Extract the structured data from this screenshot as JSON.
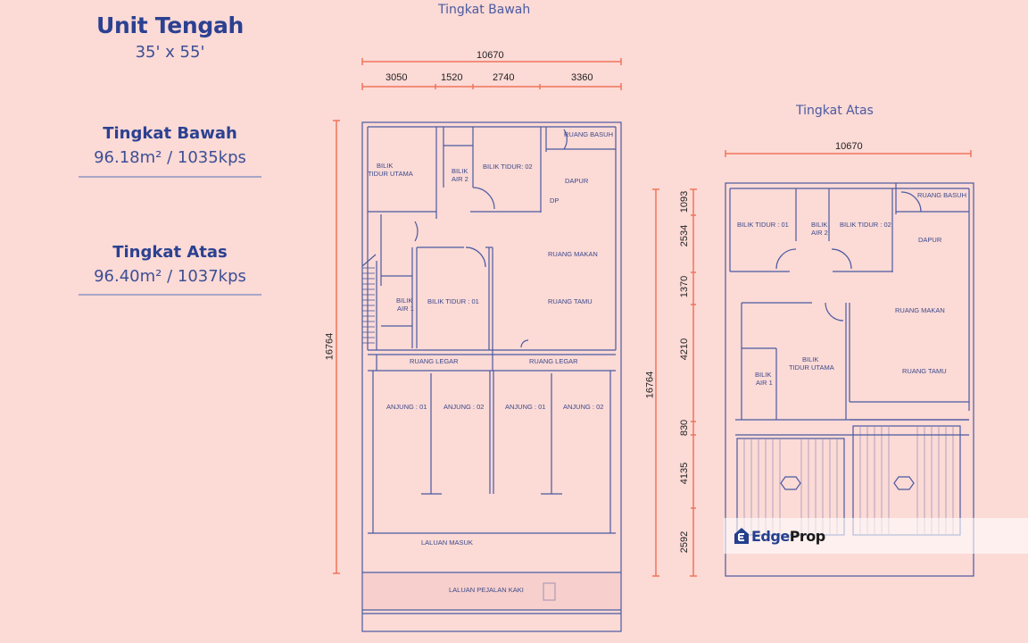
{
  "unit": {
    "title": "Unit Tengah",
    "size": "35' x 55'"
  },
  "floors_summary": [
    {
      "name": "Tingkat Bawah",
      "area": "96.18m² / 1035kps"
    },
    {
      "name": "Tingkat Atas",
      "area": "96.40m² / 1037kps"
    }
  ],
  "ground_floor": {
    "heading": "Tingkat Bawah",
    "width_total": "10670",
    "width_segments": [
      "3050",
      "1520",
      "2740",
      "3360"
    ],
    "depth_total": "16764",
    "rooms": {
      "master_bedroom_l1": "BILIK",
      "master_bedroom_l2": "TIDUR UTAMA",
      "bathroom2_l1": "BILIK",
      "bathroom2_l2": "AIR 2",
      "bedroom2": "BILIK TIDUR: 02",
      "laundry": "RUANG BASUH",
      "kitchen": "DAPUR",
      "dp": "DP",
      "dining": "RUANG MAKAN",
      "bedroom1": "BILIK TIDUR : 01",
      "bathroom1_l1": "BILIK",
      "bathroom1_l2": "AIR 1",
      "living": "RUANG TAMU",
      "foyer_left": "RUANG LEGAR",
      "foyer_right": "RUANG LEGAR",
      "porch1": "ANJUNG : 01",
      "porch2": "ANJUNG : 02",
      "porch3": "ANJUNG : 01",
      "porch4": "ANJUNG : 02",
      "entrance": "LALUAN MASUK",
      "walkway": "LALUAN PEJALAN KAKI"
    }
  },
  "upper_floor": {
    "heading": "Tingkat Atas",
    "width_total": "10670",
    "depth_total": "16764",
    "depth_segments": [
      "1093",
      "2534",
      "1370",
      "4210",
      "830",
      "4135",
      "2592"
    ],
    "rooms": {
      "bedroom1": "BILIK TIDUR : 01",
      "bathroom2_l1": "BILIK",
      "bathroom2_l2": "AIR 2",
      "bedroom2": "BILIK TIDUR : 02",
      "laundry": "RUANG BASUH",
      "kitchen": "DAPUR",
      "dining": "RUANG MAKAN",
      "master_bedroom_l1": "BILIK",
      "master_bedroom_l2": "TIDUR UTAMA",
      "bathroom1_l1": "BILIK",
      "bathroom1_l2": "AIR 1",
      "living": "RUANG TAMU"
    }
  },
  "watermark": {
    "brand_part1": "Edge",
    "brand_part2": "Prop"
  },
  "colors": {
    "background": "#fcdad6",
    "title": "#2b4191",
    "plan_lines": "#4a5aa0",
    "dimension_lines": "#f0745c"
  }
}
